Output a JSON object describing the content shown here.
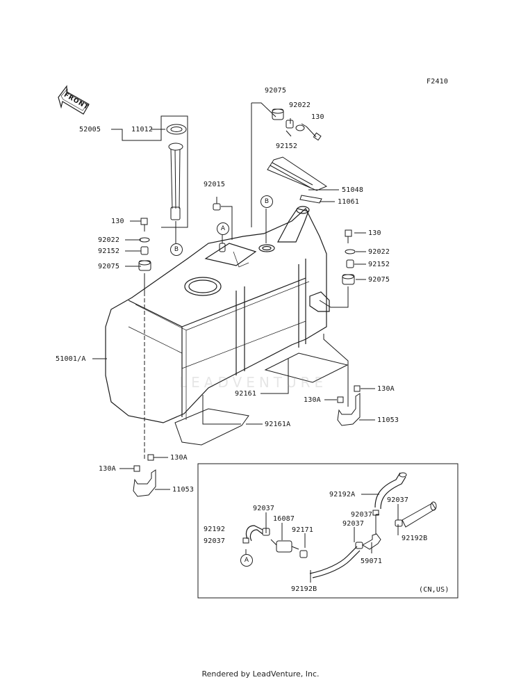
{
  "figure_code": "F2410",
  "front_label": "FRONT",
  "watermark": "LEADVENTURE",
  "footer": "Rendered by LeadVenture, Inc.",
  "region_note": "(CN,US)",
  "callout_a": "A",
  "callout_b": "B",
  "parts": {
    "p11012": "11012",
    "p52005": "52005",
    "p92075_top": "92075",
    "p92022_top": "92022",
    "p130_top": "130",
    "p92152_top": "92152",
    "p51048": "51048",
    "p11061": "11061",
    "p92015": "92015",
    "p130_left": "130",
    "p92022_left": "92022",
    "p92152_left": "92152",
    "p92075_left": "92075",
    "p130_right": "130",
    "p92022_right": "92022",
    "p92152_right": "92152",
    "p92075_right": "92075",
    "p51001a": "51001/A",
    "p92161": "92161",
    "p130a_r1": "130A",
    "p130a_r2": "130A",
    "p11053_right": "11053",
    "p92161a": "92161A",
    "p130a_l1": "130A",
    "p130a_l2": "130A",
    "p11053_left": "11053",
    "p92192a": "92192A",
    "p92037_a": "92037",
    "p16087": "16087",
    "p92037_b": "92037",
    "p92037_c": "92037",
    "p92192": "92192",
    "p92171": "92171",
    "p92037_d": "92037",
    "p92037_e": "92037",
    "p92192b_r": "92192B",
    "p59071": "59071",
    "p92192b_b": "92192B"
  }
}
